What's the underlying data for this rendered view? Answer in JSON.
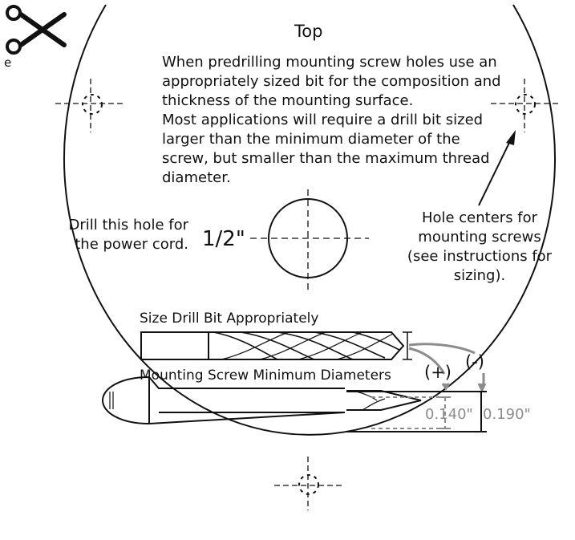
{
  "colors": {
    "line": "#111111",
    "gray": "#8c8c8c",
    "background": "#ffffff"
  },
  "icons": {
    "scissors": "scissors-icon"
  },
  "margin_char": "e",
  "title": "Top",
  "instructions": [
    "When predrilling mounting screw holes use an",
    "appropriately sized bit for the composition and",
    "thickness of the mounting surface.",
    "Most applications will require a drill bit sized",
    "larger than the minimum diameter of the",
    "screw, but smaller than the maximum thread",
    "diameter."
  ],
  "power_cord": {
    "line1": "Drill this hole for",
    "line2": "the power cord.",
    "size": "1/2\""
  },
  "hole_centers": [
    "Hole centers for",
    "mounting screws",
    "(see instructions for",
    "sizing)."
  ],
  "drill_bit_label": "Size Drill Bit Appropriately",
  "screw_label": "Mounting Screw Minimum Diameters",
  "plus_label": "(+)",
  "minus_label": "(-)",
  "dim_min": "0.140\"",
  "dim_max": "0.190\""
}
